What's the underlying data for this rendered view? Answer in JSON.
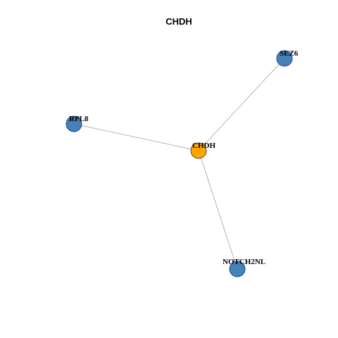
{
  "graph": {
    "title": "CHDH",
    "colors": {
      "hub_fill": "#FFA500",
      "hub_stroke": "#5a4a2a",
      "neighbor_fill": "#4682B4",
      "neighbor_stroke": "#1f3fae",
      "edge": "#aaaaaa"
    },
    "nodes": [
      {
        "id": "CHDH",
        "label": "CHDH",
        "role": "hub"
      },
      {
        "id": "SEZ6",
        "label": "SEZ6",
        "role": "neighbor"
      },
      {
        "id": "RPL8",
        "label": "RPL8",
        "role": "neighbor"
      },
      {
        "id": "NOTCH2NL",
        "label": "NOTCH2NL",
        "role": "neighbor"
      }
    ],
    "edges": [
      {
        "source": "CHDH",
        "target": "SEZ6"
      },
      {
        "source": "CHDH",
        "target": "RPL8"
      },
      {
        "source": "CHDH",
        "target": "NOTCH2NL"
      }
    ]
  }
}
